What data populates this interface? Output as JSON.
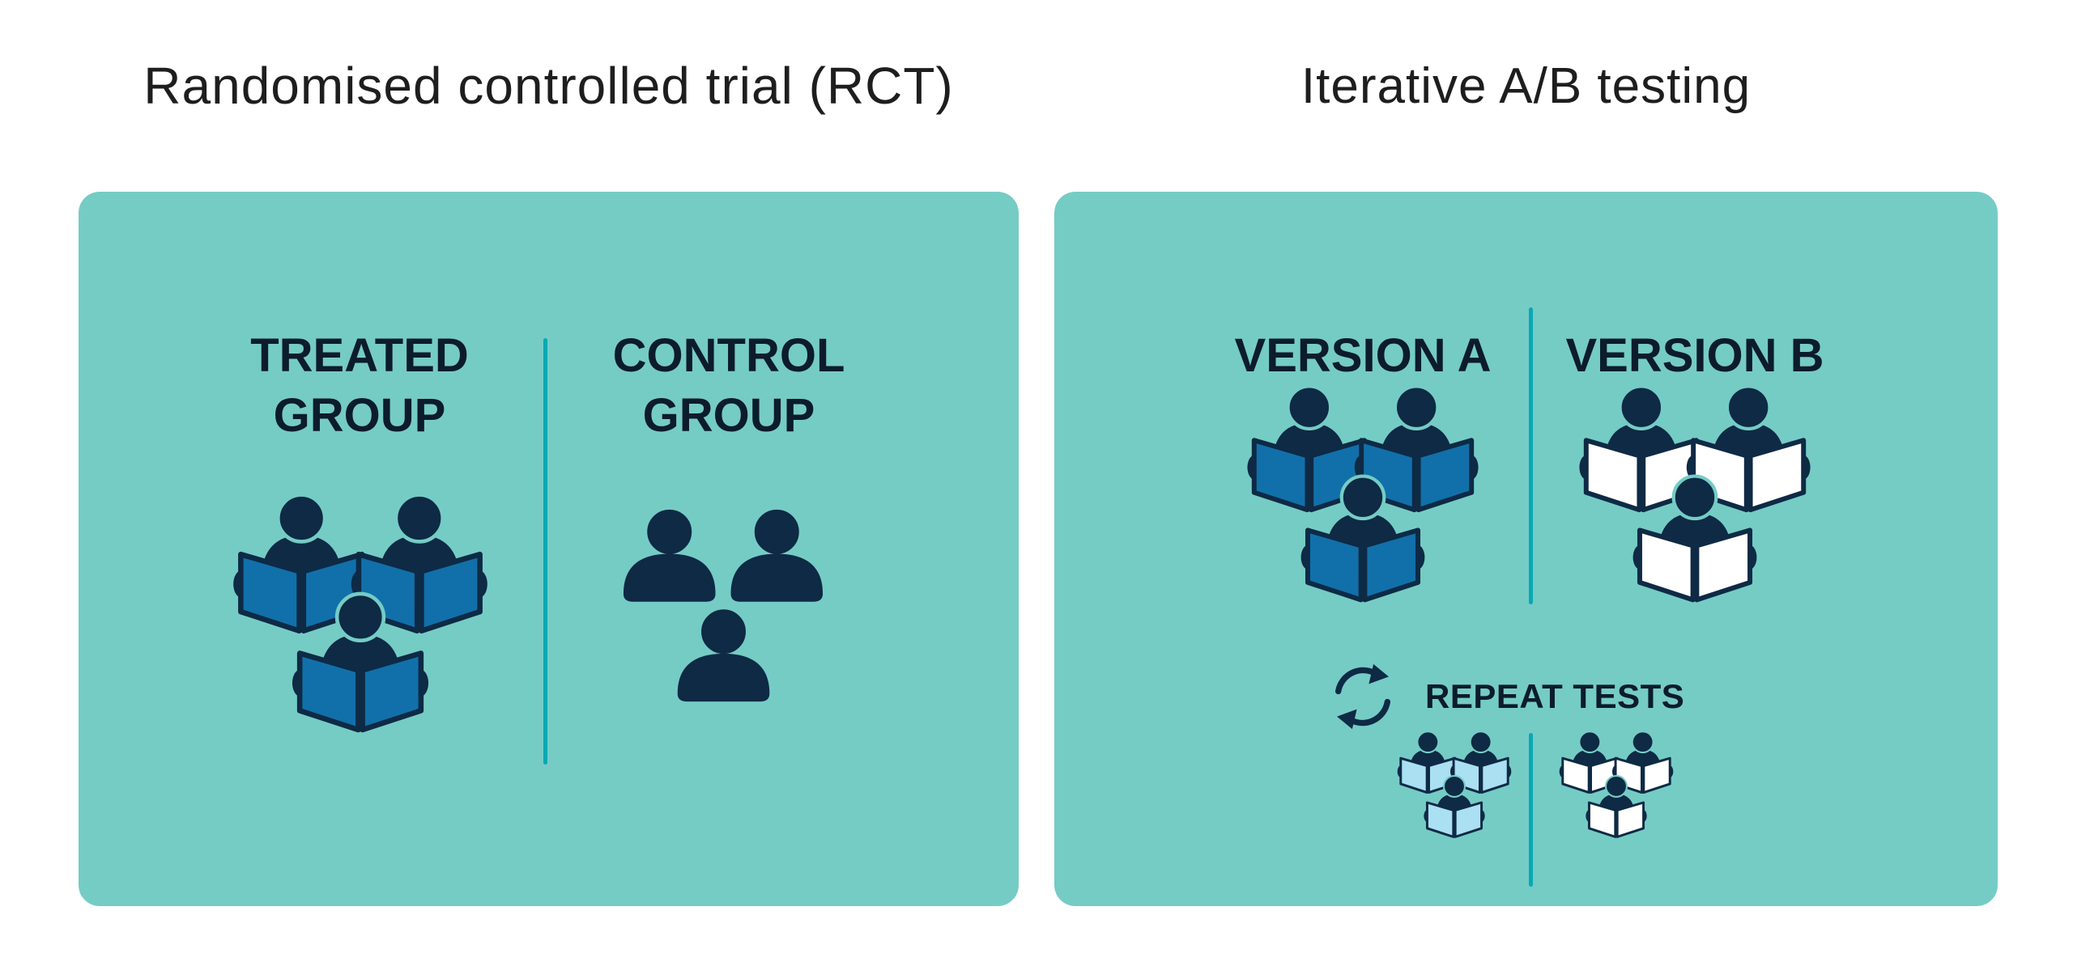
{
  "titles": {
    "left": "Randomised controlled trial (RCT)",
    "right": "Iterative A/B testing"
  },
  "left_panel": {
    "treated_label": "TREATED GROUP",
    "control_label": "CONTROL GROUP"
  },
  "right_panel": {
    "version_a_label": "VERSION A",
    "version_b_label": "VERSION B",
    "repeat_label": "REPEAT TESTS"
  },
  "icons": {
    "treated_group": "people-reading-blue-books",
    "control_group": "people-silhouettes",
    "version_a_group": "people-reading-blue-books",
    "version_b_group": "people-reading-white-books",
    "repeat": "refresh-cycle-arrows",
    "repeat_group_a": "people-reading-lightblue-books-small",
    "repeat_group_b": "people-reading-white-books-small"
  },
  "colors": {
    "page_bg": "#ffffff",
    "panel_bg": "#75ccc5",
    "divider": "#0aa8b5",
    "navy": "#0e2a45",
    "book_blue": "#1170aa",
    "book_light_blue": "#abdff2",
    "book_white": "#ffffff",
    "title_text": "#1e1e1e",
    "header_text": "#0c1c2c"
  }
}
